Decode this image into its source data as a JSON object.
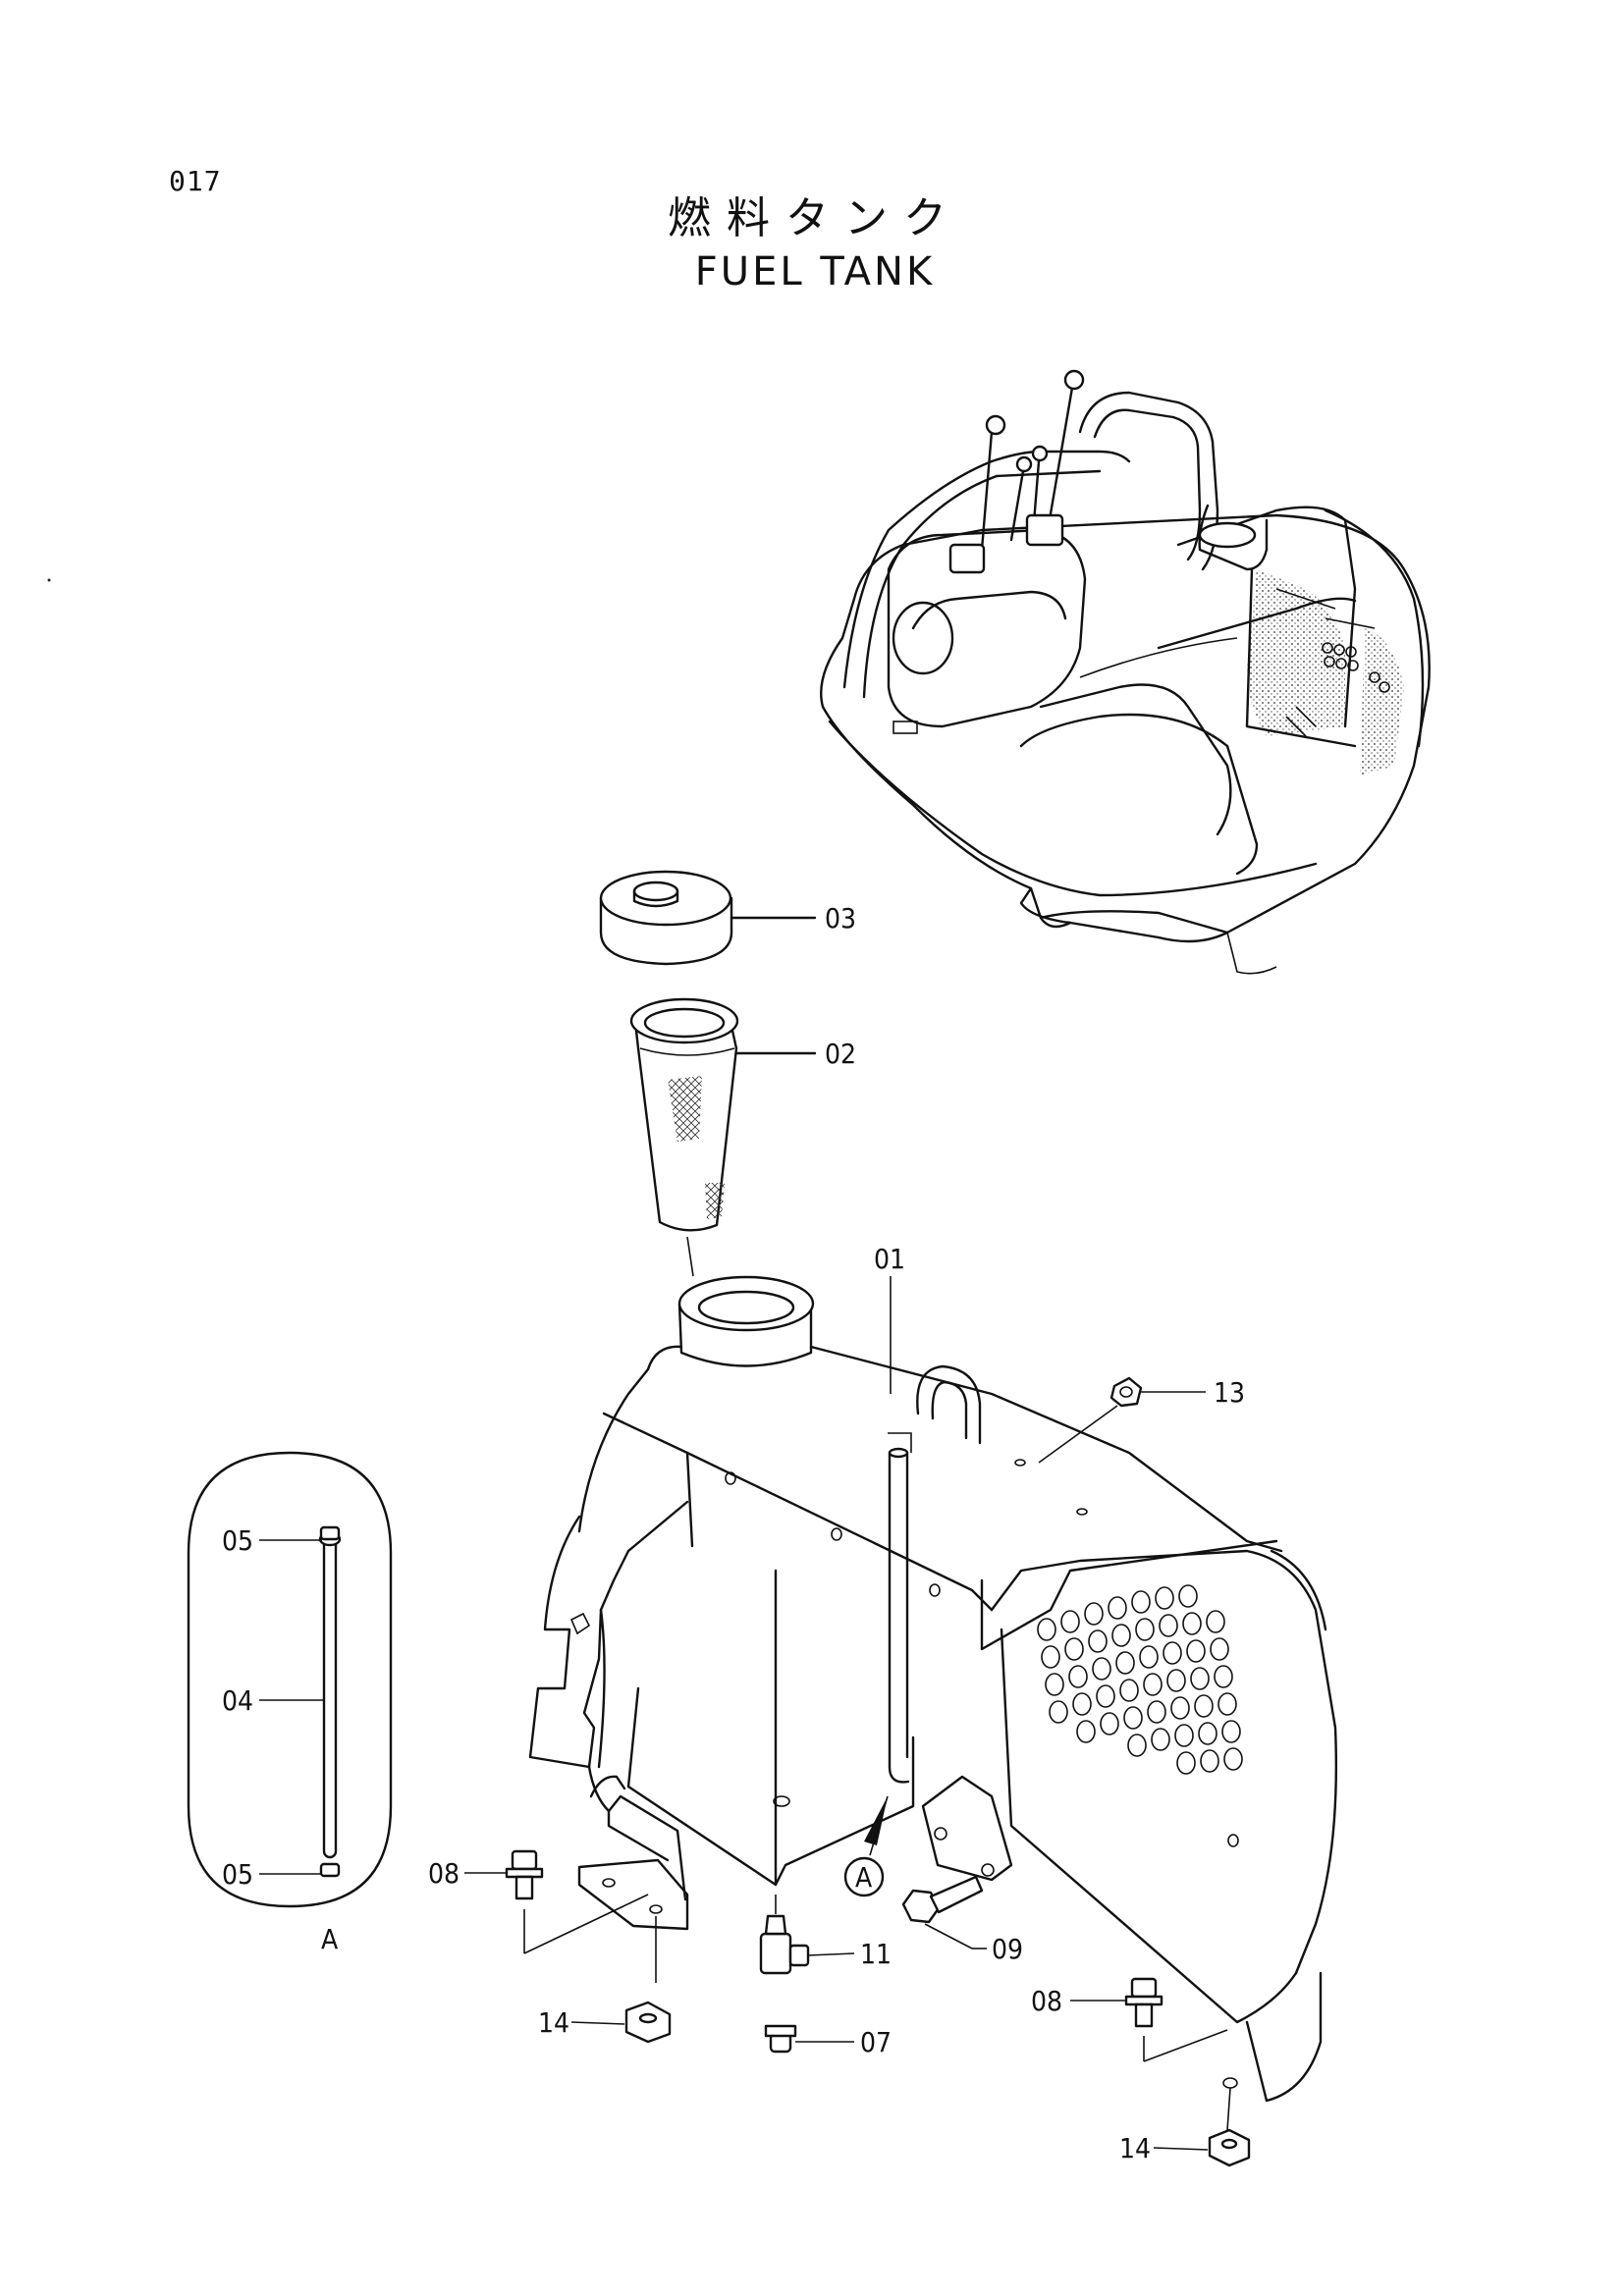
{
  "page": {
    "number": "017"
  },
  "title": {
    "japanese": "燃料タンク",
    "english": "FUEL TANK"
  },
  "detail_view": {
    "label": "A"
  },
  "callouts": {
    "c01": "01",
    "c02": "02",
    "c03": "03",
    "c04": "04",
    "c05_top": "05",
    "c05_bottom": "05",
    "c07": "07",
    "c08_left": "08",
    "c08_right": "08",
    "c09": "09",
    "c11": "11",
    "c13": "13",
    "c14_left": "14",
    "c14_right": "14",
    "ref_a": "A"
  }
}
